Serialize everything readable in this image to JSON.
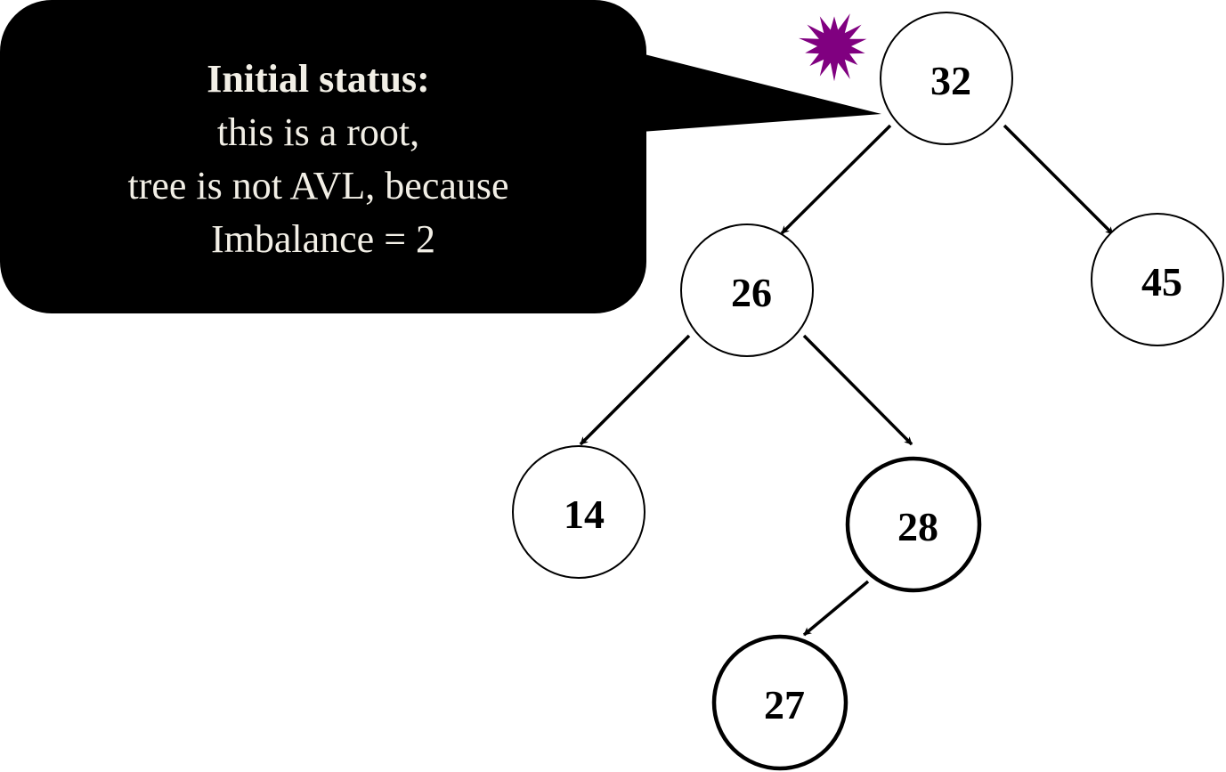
{
  "callout": {
    "title": "Initial status:",
    "lines": [
      "this is a root,",
      "tree is not AVL, because",
      "Imbalance = 2"
    ],
    "background_color": "#000000",
    "text_color": "#f2efe6"
  },
  "marker": {
    "icon": "star-burst-icon",
    "color": "#800080",
    "target_node": "32"
  },
  "tree": {
    "nodes": [
      {
        "id": "n32",
        "label": "32",
        "emphasis": "normal"
      },
      {
        "id": "n26",
        "label": "26",
        "emphasis": "normal"
      },
      {
        "id": "n45",
        "label": "45",
        "emphasis": "normal"
      },
      {
        "id": "n14",
        "label": "14",
        "emphasis": "normal"
      },
      {
        "id": "n28",
        "label": "28",
        "emphasis": "bold"
      },
      {
        "id": "n27",
        "label": "27",
        "emphasis": "bold"
      }
    ],
    "edges": [
      {
        "from": "n32",
        "to": "n26"
      },
      {
        "from": "n32",
        "to": "n45"
      },
      {
        "from": "n26",
        "to": "n14"
      },
      {
        "from": "n26",
        "to": "n28"
      },
      {
        "from": "n28",
        "to": "n27"
      }
    ]
  }
}
